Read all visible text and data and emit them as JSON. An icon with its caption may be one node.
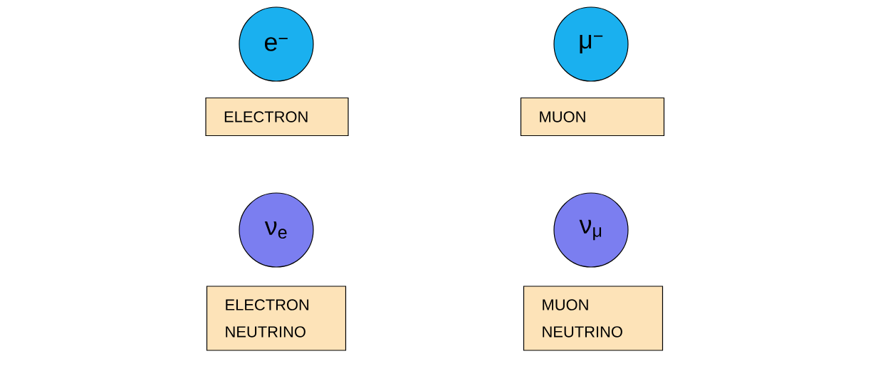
{
  "diagram": {
    "nodes": [
      {
        "text": [
          "e$^{−}$"
        ]
      },
      {
        "text": [
          "μ$^{−}$"
        ]
      },
      {
        "text": [
          "ELECTRON"
        ]
      },
      {
        "text": [
          "MUON"
        ]
      },
      {
        "text": [
          "ν$_{e}$"
        ]
      },
      {
        "text": [
          "ν$_{μ}$"
        ]
      },
      {
        "text": [
          "ELECTRON NEUTRINO"
        ]
      },
      {
        "text": [
          "MUON NEUTRINO"
        ]
      }
    ]
  }
}
